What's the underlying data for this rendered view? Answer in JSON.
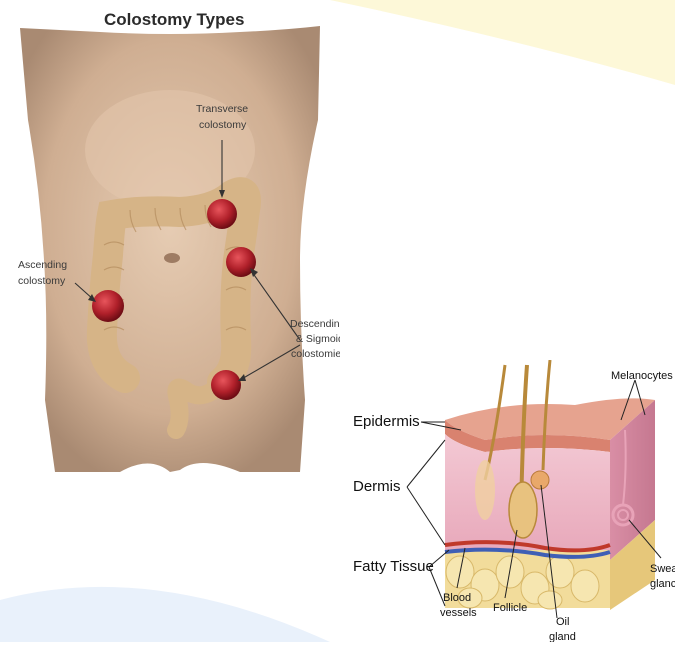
{
  "colostomy": {
    "title": "Colostomy Types",
    "labels": {
      "transverse_1": "Transverse",
      "transverse_2": "colostomy",
      "ascending_1": "Ascending",
      "ascending_2": "colostomy",
      "descending_1": "Descending",
      "descending_2": "& Sigmoid",
      "descending_3": "colostomies"
    }
  },
  "skin": {
    "labels": {
      "epidermis": "Epidermis",
      "dermis": "Dermis",
      "fatty_tissue": "Fatty Tissue",
      "melanocytes": "Melanocytes",
      "sweat_1": "Swea",
      "sweat_2": "glanc",
      "blood_1": "Blood",
      "blood_2": "vessels",
      "follicle": "Follicle",
      "oil_1": "Oil",
      "oil_2": "gland"
    }
  },
  "colors": {
    "skin_tone": "#d9bba0",
    "stoma": "#b0202a",
    "colon": "#d9b98a",
    "background_accent": "#fdf6cc"
  }
}
